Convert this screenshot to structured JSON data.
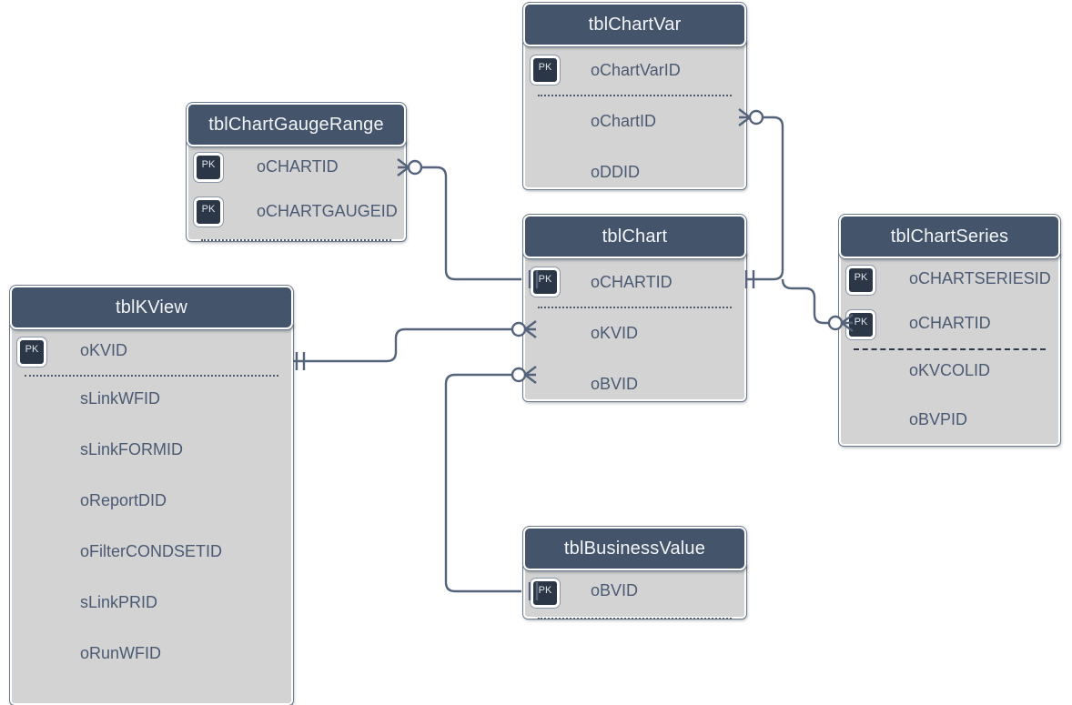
{
  "diagram": {
    "type": "entity-relationship-diagram",
    "notation": "crow's foot",
    "background_color": "#ffffff",
    "header_color": "#44546A",
    "body_color": "#d3d3d3",
    "field_text_color": "#4a5a73",
    "connector_color": "#55637a",
    "pk_badge_label": "PK"
  },
  "entities": [
    {
      "id": "tblChartVar",
      "name": "tblChartVar",
      "fields": [
        {
          "name": "oChartVarID",
          "pk": true
        },
        {
          "name": "oChartID",
          "pk": false
        },
        {
          "name": "oDDID",
          "pk": false
        }
      ],
      "separator_after_index": 0
    },
    {
      "id": "tblChartGaugeRange",
      "name": "tblChartGaugeRange",
      "fields": [
        {
          "name": "oCHARTID",
          "pk": true
        },
        {
          "name": "oCHARTGAUGEID",
          "pk": true
        }
      ],
      "separator_after_index": 1
    },
    {
      "id": "tblChart",
      "name": "tblChart",
      "fields": [
        {
          "name": "oCHARTID",
          "pk": true
        },
        {
          "name": "oKVID",
          "pk": false
        },
        {
          "name": "oBVID",
          "pk": false
        }
      ],
      "separator_after_index": 0
    },
    {
      "id": "tblChartSeries",
      "name": "tblChartSeries",
      "fields": [
        {
          "name": "oCHARTSERIESID",
          "pk": true
        },
        {
          "name": "oCHARTID",
          "pk": true
        },
        {
          "name": "oKVCOLID",
          "pk": false
        },
        {
          "name": "oBVPID",
          "pk": false
        }
      ],
      "separator_after_index": 1
    },
    {
      "id": "tblKView",
      "name": "tblKView",
      "fields": [
        {
          "name": "oKVID",
          "pk": true
        },
        {
          "name": "sLinkWFID",
          "pk": false
        },
        {
          "name": "sLinkFORMID",
          "pk": false
        },
        {
          "name": "oReportDID",
          "pk": false
        },
        {
          "name": "oFilterCONDSETID",
          "pk": false
        },
        {
          "name": "sLinkPRID",
          "pk": false
        },
        {
          "name": "oRunWFID",
          "pk": false
        }
      ],
      "separator_after_index": 0
    },
    {
      "id": "tblBusinessValue",
      "name": "tblBusinessValue",
      "fields": [
        {
          "name": "oBVID",
          "pk": true
        }
      ],
      "separator_after_index": 0
    }
  ],
  "relationships": [
    {
      "id": "rel-chart-gaugerange",
      "from_entity": "tblChart",
      "from_field": "oCHARTID",
      "from_cardinality": "exactly-one",
      "to_entity": "tblChartGaugeRange",
      "to_field": "oCHARTID",
      "to_cardinality": "zero-or-many"
    },
    {
      "id": "rel-chart-chartvar",
      "from_entity": "tblChart",
      "from_field": "oCHARTID",
      "from_cardinality": "exactly-one",
      "to_entity": "tblChartVar",
      "to_field": "oChartID",
      "to_cardinality": "zero-or-many"
    },
    {
      "id": "rel-chart-chartseries",
      "from_entity": "tblChart",
      "from_field": "oCHARTID",
      "from_cardinality": "exactly-one",
      "to_entity": "tblChartSeries",
      "to_field": "oCHARTID",
      "to_cardinality": "zero-or-many"
    },
    {
      "id": "rel-kview-chart",
      "from_entity": "tblKView",
      "from_field": "oKVID",
      "from_cardinality": "exactly-one",
      "to_entity": "tblChart",
      "to_field": "oKVID",
      "to_cardinality": "zero-or-many"
    },
    {
      "id": "rel-businessvalue-chart",
      "from_entity": "tblBusinessValue",
      "from_field": "oBVID",
      "from_cardinality": "exactly-one",
      "to_entity": "tblChart",
      "to_field": "oBVID",
      "to_cardinality": "zero-or-many"
    }
  ]
}
